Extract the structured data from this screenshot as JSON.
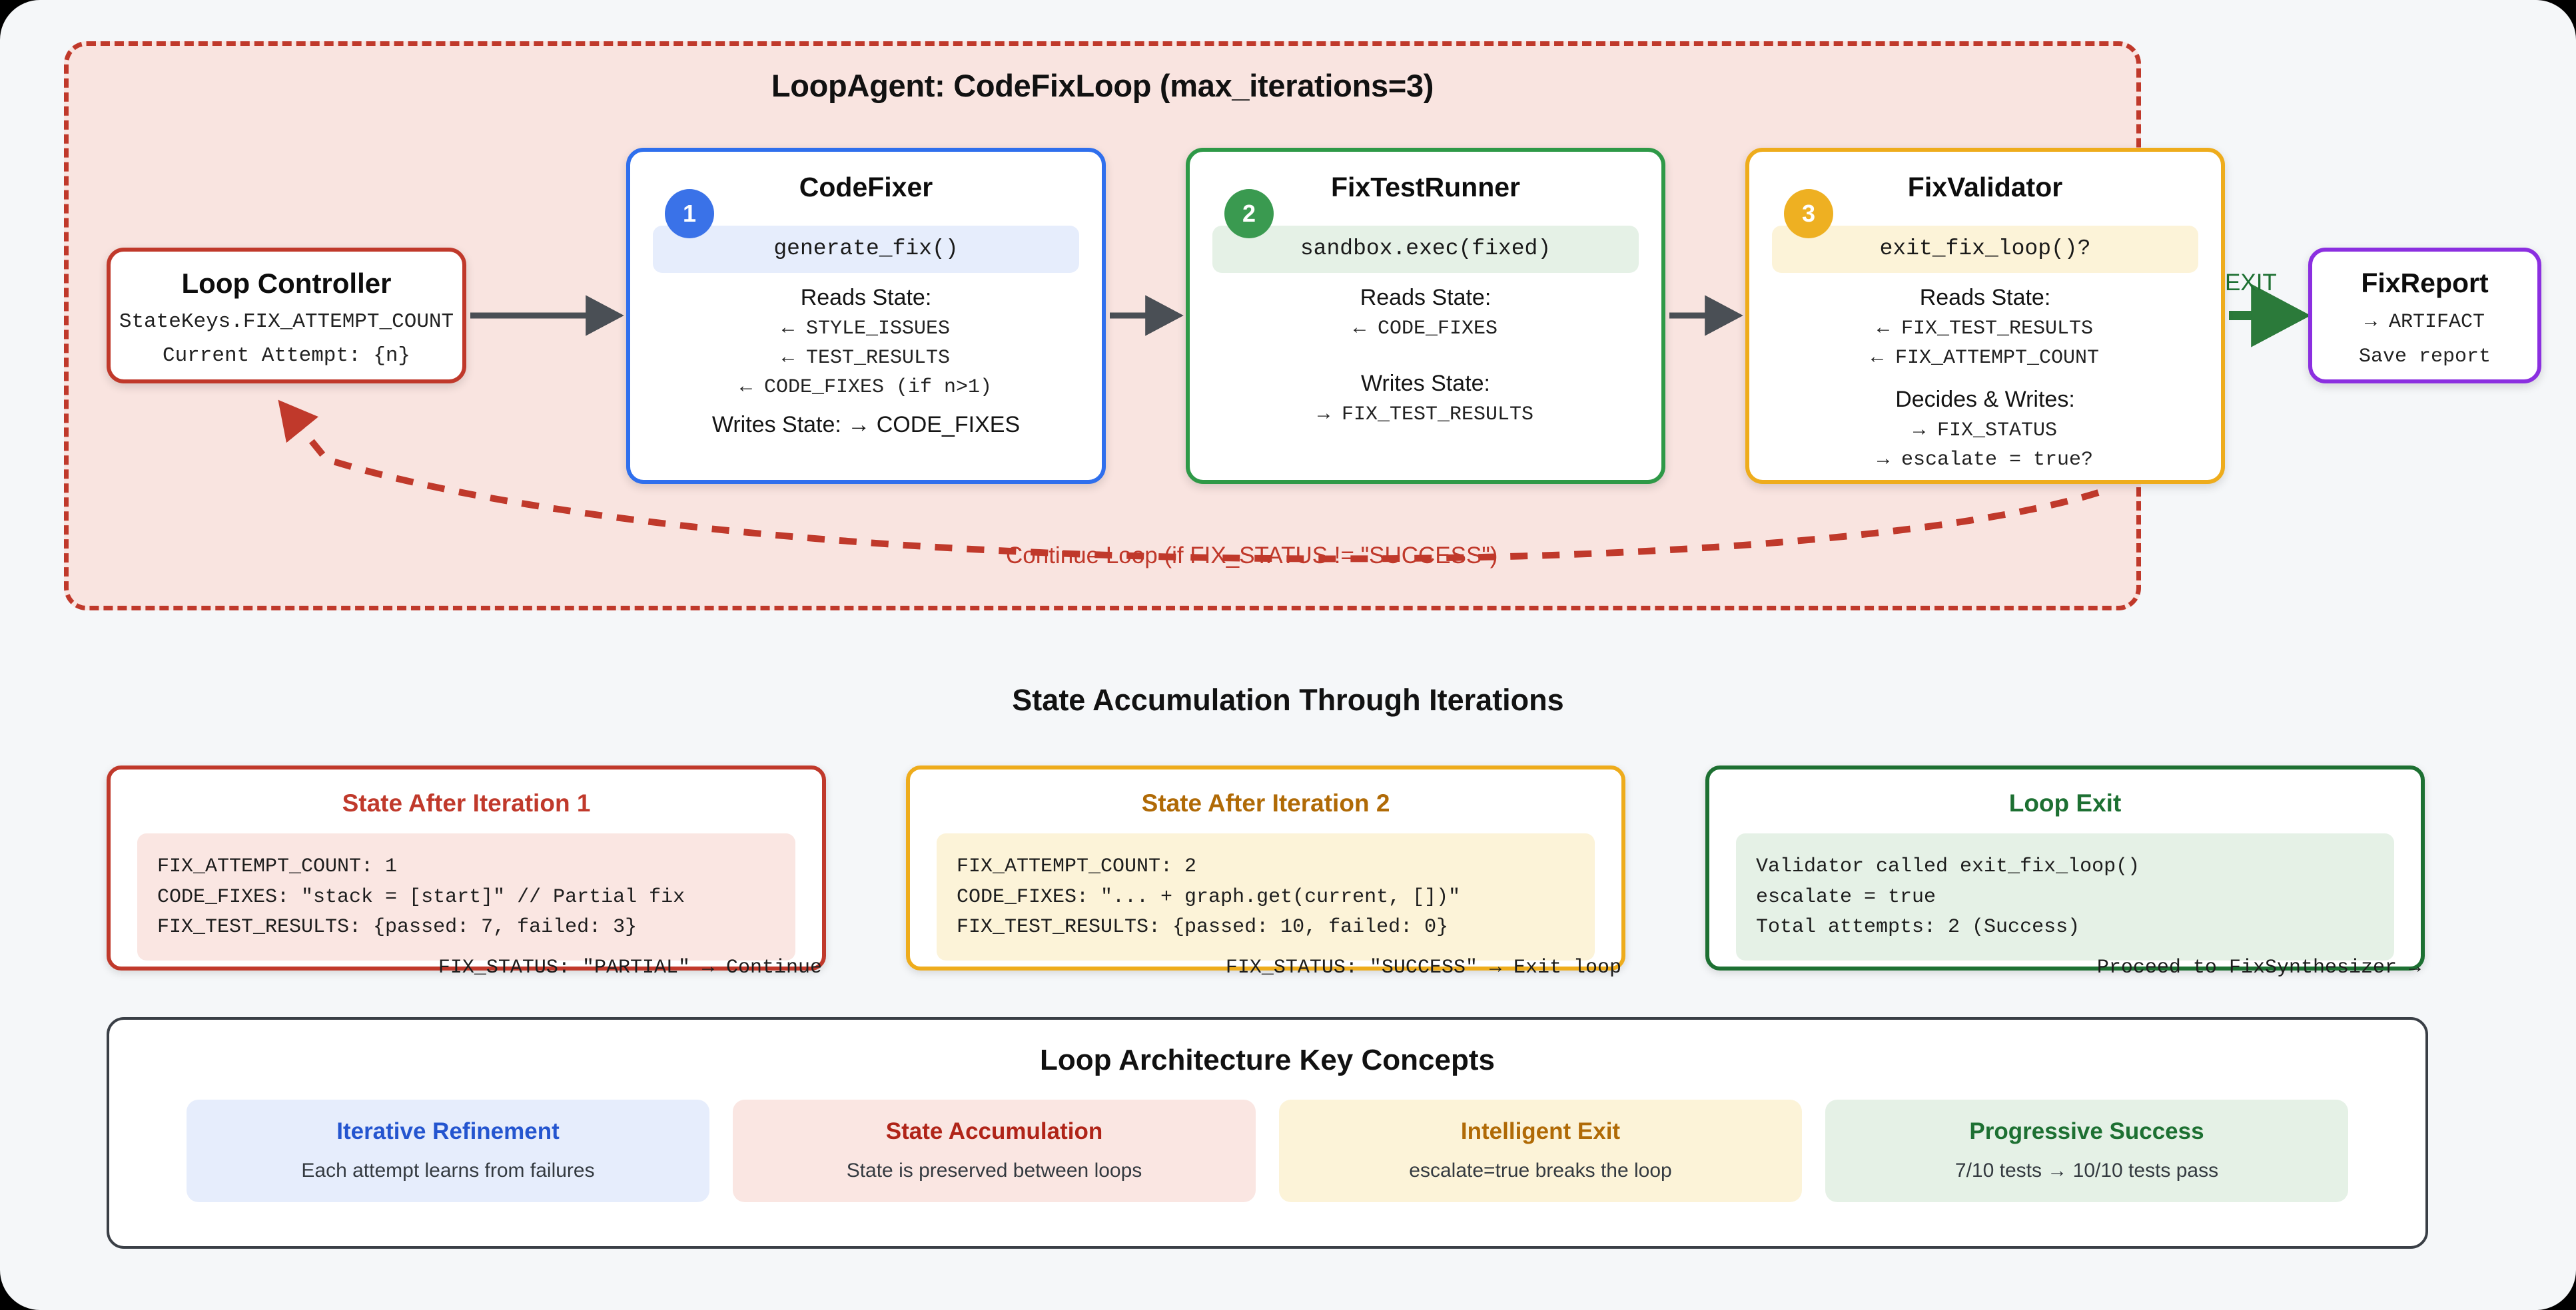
{
  "loop": {
    "title": "LoopAgent: CodeFixLoop (max_iterations=3)",
    "continue_label": "Continue Loop (if FIX_STATUS != \"SUCCESS\")",
    "exit_label": "EXIT"
  },
  "controller": {
    "title": "Loop Controller",
    "line1": "StateKeys.FIX_ATTEMPT_COUNT",
    "line2": "Current Attempt: {n}"
  },
  "nodes": [
    {
      "badge": "1",
      "title": "CodeFixer",
      "method": "generate_fix()",
      "reads_label": "Reads State:",
      "reads": [
        "← STYLE_ISSUES",
        "← TEST_RESULTS",
        "← CODE_FIXES (if n>1)"
      ],
      "writes_inline": "Writes State: → CODE_FIXES",
      "accent": "#2f6fed"
    },
    {
      "badge": "2",
      "title": "FixTestRunner",
      "method": "sandbox.exec(fixed)",
      "reads_label": "Reads State:",
      "reads": [
        "← CODE_FIXES"
      ],
      "writes_label": "Writes State:",
      "writes": [
        "→ FIX_TEST_RESULTS"
      ],
      "accent": "#2e9947"
    },
    {
      "badge": "3",
      "title": "FixValidator",
      "method": "exit_fix_loop()?",
      "reads_label": "Reads State:",
      "reads": [
        "← FIX_TEST_RESULTS",
        "← FIX_ATTEMPT_COUNT"
      ],
      "writes_label": "Decides & Writes:",
      "writes": [
        "→ FIX_STATUS",
        "→ escalate = true?"
      ],
      "accent": "#eeac1c"
    }
  ],
  "report": {
    "title": "FixReport",
    "line1": "→ ARTIFACT",
    "line2": "Save report"
  },
  "state_section": {
    "heading": "State Accumulation Through Iterations",
    "cards": [
      {
        "title": "State After Iteration 1",
        "lines": [
          "FIX_ATTEMPT_COUNT: 1",
          "CODE_FIXES: \"stack = [start]\" // Partial fix",
          "FIX_TEST_RESULTS: {passed: 7, failed: 3}"
        ],
        "footer": "FIX_STATUS: \"PARTIAL\" → Continue"
      },
      {
        "title": "State After Iteration 2",
        "lines": [
          "FIX_ATTEMPT_COUNT: 2",
          "CODE_FIXES: \"... + graph.get(current, [])\"",
          "FIX_TEST_RESULTS: {passed: 10, failed: 0}"
        ],
        "footer": "FIX_STATUS: \"SUCCESS\" → Exit loop"
      },
      {
        "title": "Loop Exit",
        "lines": [
          "Validator called exit_fix_loop()",
          "escalate = true",
          "Total attempts: 2 (Success)"
        ],
        "footer": "Proceed to FixSynthesizer →"
      }
    ]
  },
  "concepts": {
    "title": "Loop Architecture Key Concepts",
    "items": [
      {
        "title": "Iterative Refinement",
        "desc": "Each attempt learns from failures"
      },
      {
        "title": "State Accumulation",
        "desc": "State is preserved between loops"
      },
      {
        "title": "Intelligent Exit",
        "desc": "escalate=true breaks the loop"
      },
      {
        "title": "Progressive Success",
        "desc": "7/10 tests → 10/10 tests pass"
      }
    ]
  },
  "colors": {
    "loop_border": "#c0392b",
    "loop_fill": "#f9e4e0",
    "blue": "#2f6fed",
    "green": "#2e9947",
    "amber": "#eeac1c",
    "purple": "#8b2fe0",
    "exit_green": "#1d7032",
    "arrow_gray": "#4a4f55"
  }
}
